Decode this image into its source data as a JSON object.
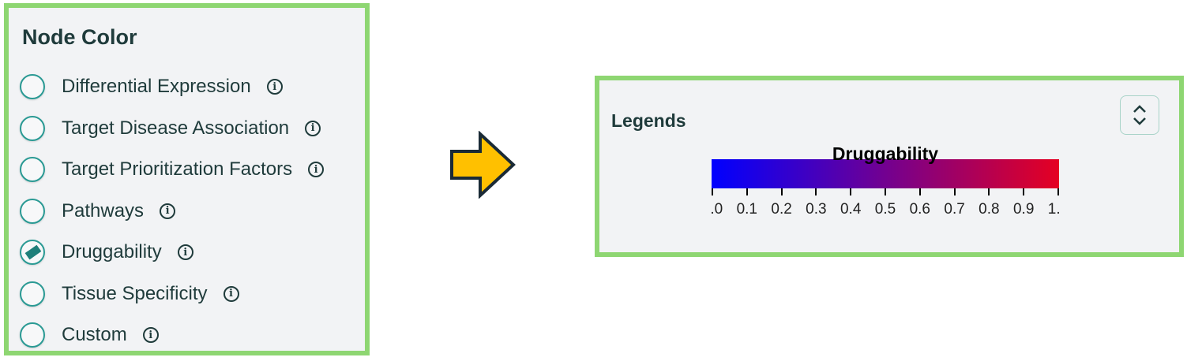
{
  "node_color": {
    "title": "Node Color",
    "options": [
      {
        "label": "Differential Expression",
        "checked": false
      },
      {
        "label": "Target Disease Association",
        "checked": false
      },
      {
        "label": "Target Prioritization Factors",
        "checked": false
      },
      {
        "label": "Pathways",
        "checked": false
      },
      {
        "label": "Druggability",
        "checked": true
      },
      {
        "label": "Tissue Specificity",
        "checked": false
      },
      {
        "label": "Custom",
        "checked": false
      }
    ],
    "info_icon": "i"
  },
  "arrow": {
    "icon": "right-arrow-icon",
    "color": "#FFC000"
  },
  "legends": {
    "title": "Legends",
    "toggle_icon": "chevron-up-down-icon",
    "colorbar": {
      "title": "Druggability",
      "colors": [
        "#0000FF",
        "#E50022"
      ],
      "ticks": [
        "0.0",
        "0.1",
        "0.2",
        "0.3",
        "0.4",
        "0.5",
        "0.6",
        "0.7",
        "0.8",
        "0.9",
        "1.0"
      ]
    }
  }
}
